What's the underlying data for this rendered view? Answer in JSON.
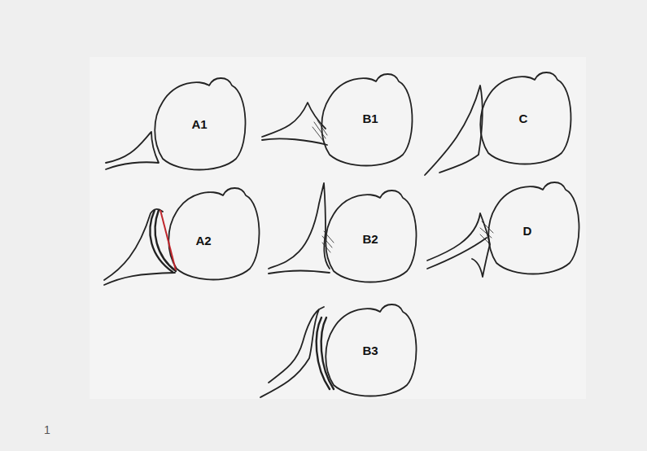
{
  "diagram": {
    "labels": [
      "A1",
      "B1",
      "C",
      "A2",
      "B2",
      "D",
      "B3",
      "1"
    ]
  }
}
